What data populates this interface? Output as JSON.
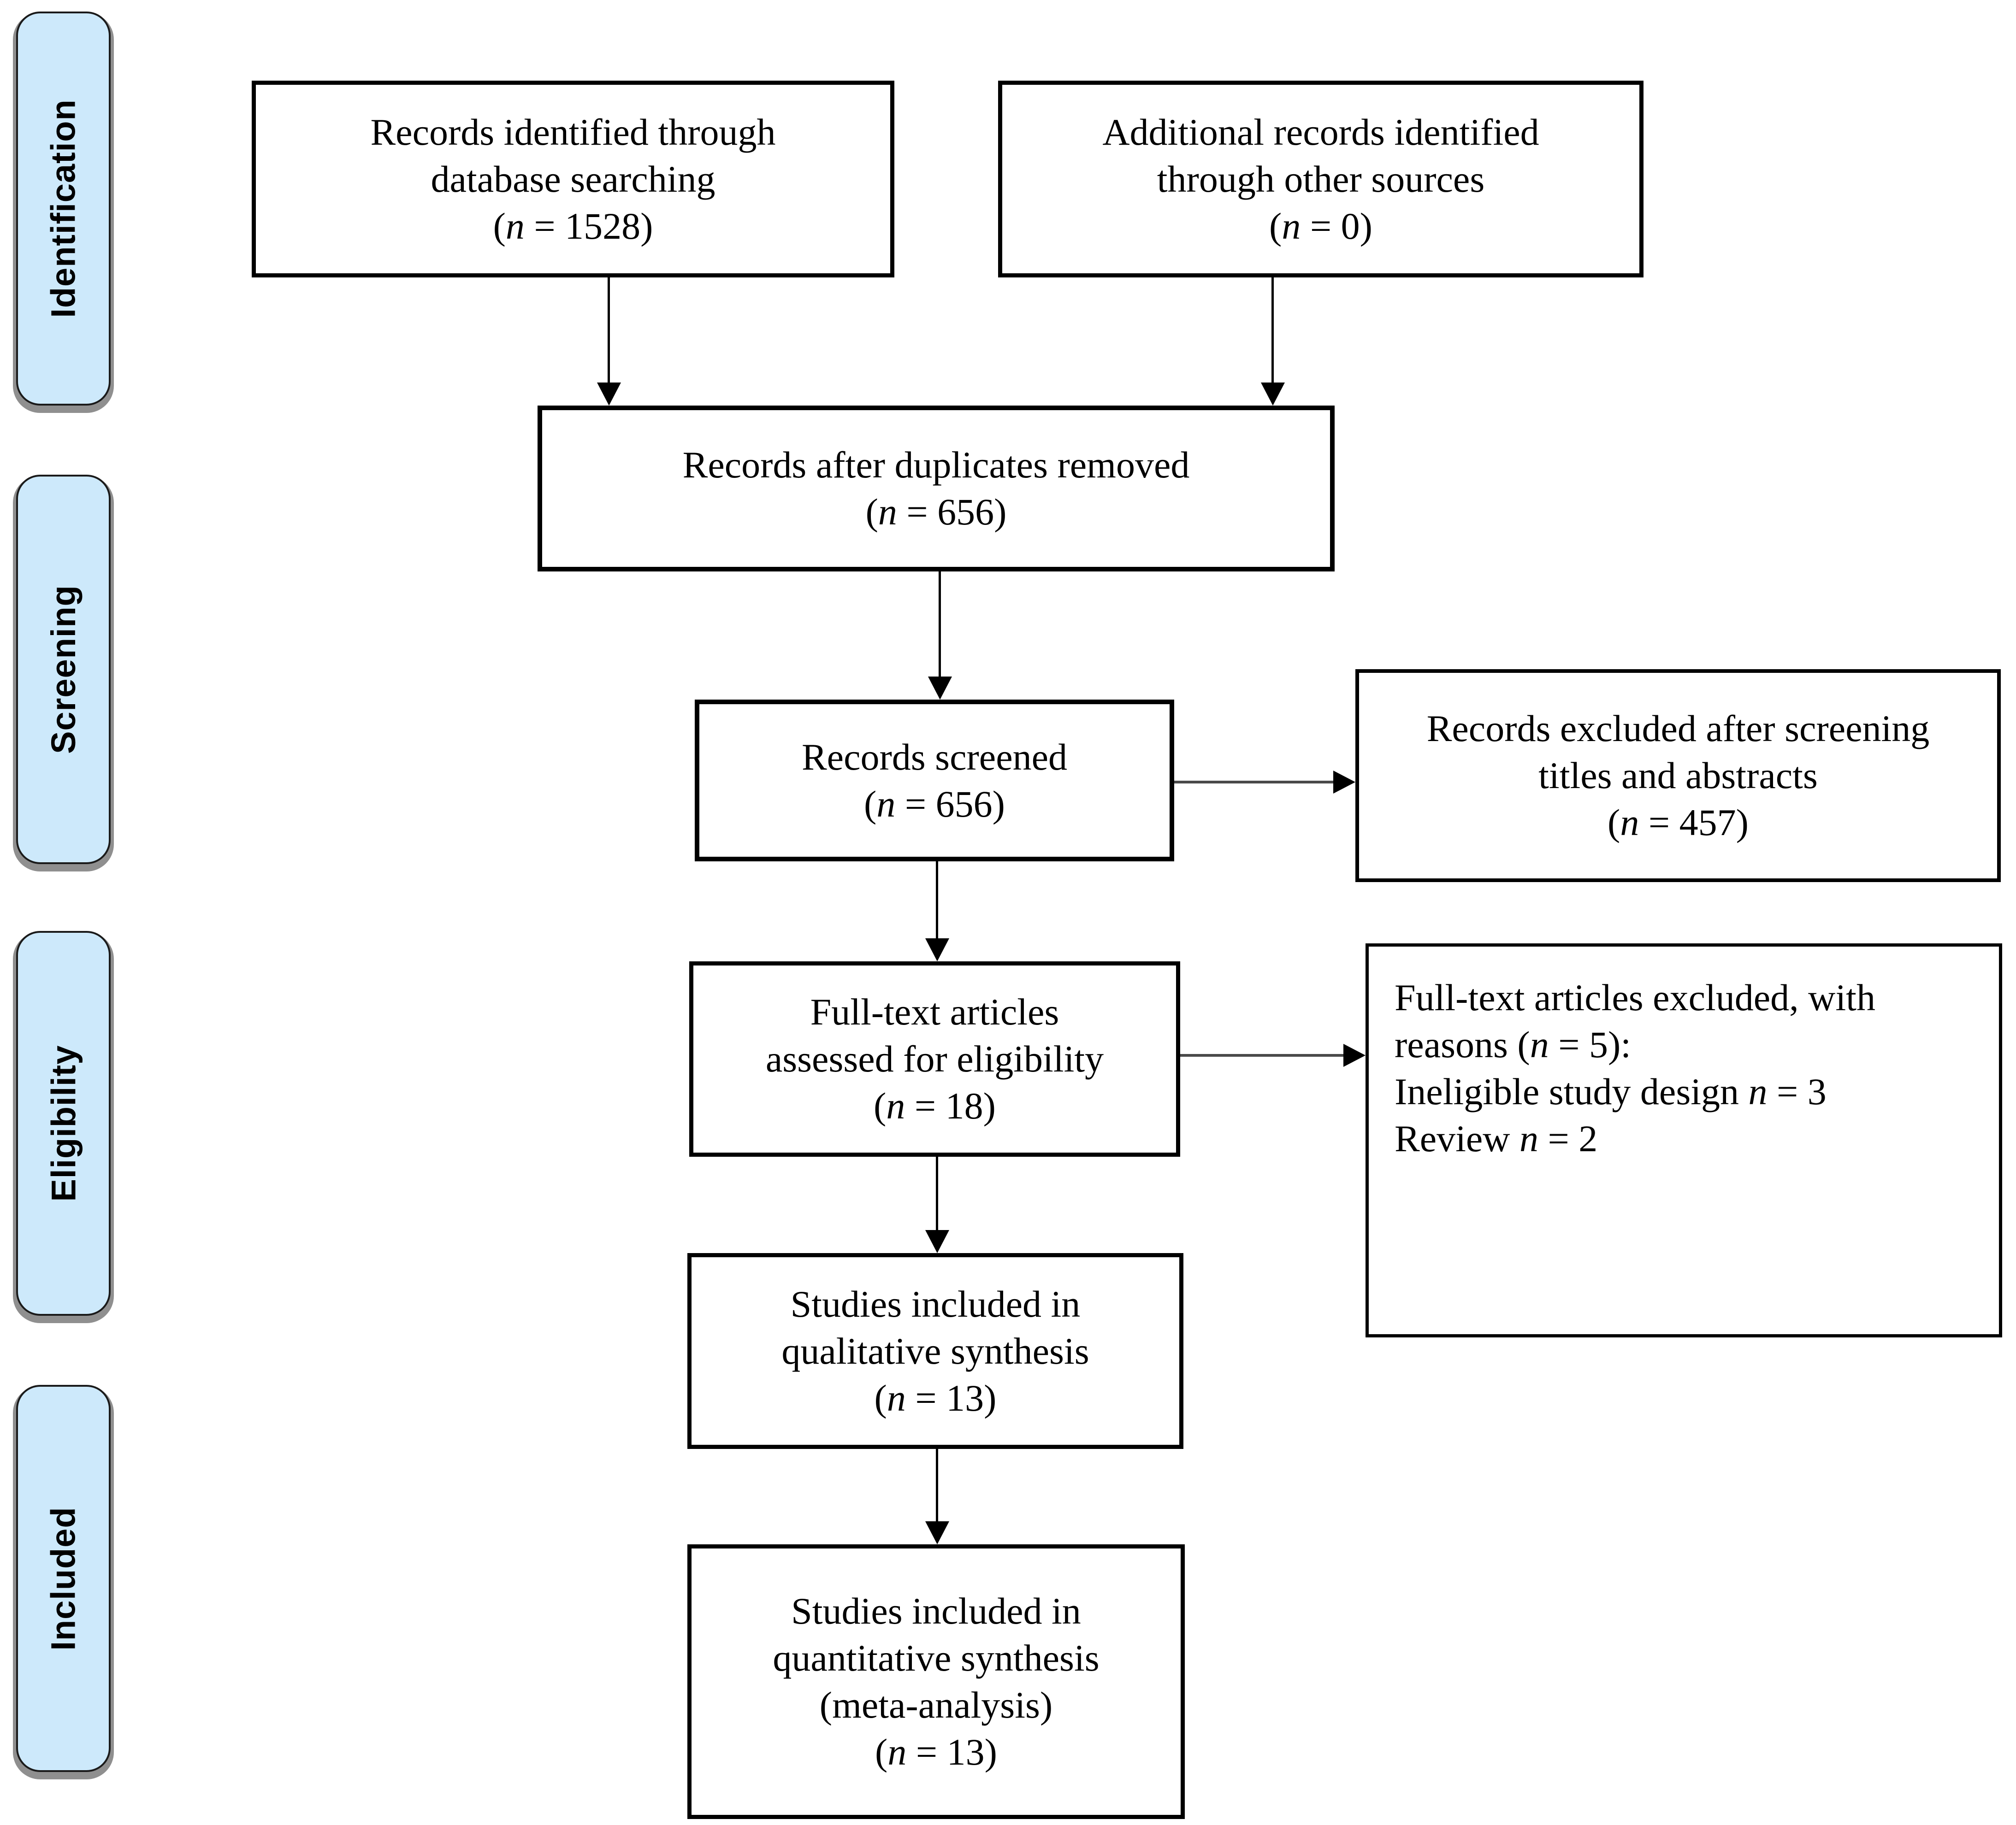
{
  "figure": {
    "type": "PRISMA flow diagram",
    "stages": [
      {
        "label": "Identification"
      },
      {
        "label": "Screening"
      },
      {
        "label": "Eligibility"
      },
      {
        "label": "Included"
      }
    ],
    "boxes": {
      "records_identified": {
        "lines": [
          "Records identified through",
          "database searching",
          "(n = 1528)"
        ]
      },
      "additional_records": {
        "lines": [
          "Additional records identified",
          "through other sources",
          "(n = 0)"
        ]
      },
      "after_duplicates": {
        "lines": [
          "Records after duplicates removed",
          "(n = 656)"
        ]
      },
      "records_screened": {
        "lines": [
          "Records screened",
          "(n = 656)"
        ]
      },
      "records_excluded": {
        "lines": [
          "Records excluded after screening",
          "titles and abstracts",
          "(n = 457)"
        ]
      },
      "fulltext_assessed": {
        "lines": [
          "Full-text articles",
          "assessed for eligibility",
          "(n = 18)"
        ]
      },
      "fulltext_excluded": {
        "lines": [
          "Full-text articles excluded, with",
          "reasons (n = 5):",
          "Ineligible study design n = 3",
          "Review n = 2"
        ]
      },
      "qualitative": {
        "lines": [
          "Studies included in",
          "qualitative synthesis",
          "(n = 13)"
        ]
      },
      "quantitative": {
        "lines": [
          "Studies included in",
          "quantitative synthesis",
          "(meta-analysis)",
          "(n = 13)"
        ]
      }
    },
    "colors": {
      "stage_fill": "#cde9fb",
      "stage_border": "#1a1a1a",
      "stage_shadow": "#8f8f8f",
      "box_border": "#000000",
      "arrow": "#000000"
    }
  }
}
